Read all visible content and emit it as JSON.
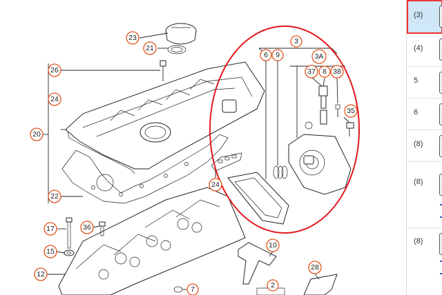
{
  "diagram": {
    "callouts": {
      "c23": "23",
      "c21": "21",
      "c26": "26",
      "c24a": "24",
      "c20": "20",
      "c22": "22",
      "c24b": "24",
      "c3": "3",
      "c6": "6",
      "c9": "9",
      "c3A": "3A",
      "c37": "37",
      "c8": "8",
      "c38": "38",
      "c35": "35",
      "c17": "17",
      "c36": "36",
      "c15": "15",
      "c12": "12",
      "c10": "10",
      "c28": "28",
      "c7": "7",
      "c2": "2"
    }
  },
  "sidebar": {
    "rows": [
      {
        "qty": "(3)",
        "selected": true
      },
      {
        "qty": "(4)"
      },
      {
        "qty": "5"
      },
      {
        "qty": "6"
      },
      {
        "qty": "(8)"
      },
      {
        "qty": "(8)"
      },
      {
        "qty": "(8)"
      }
    ]
  },
  "colors": {
    "callout_ring": "#e0541c",
    "highlight_ellipse": "#e3161b",
    "selected_row": "#cfe7f7",
    "link": "#2a5db0"
  }
}
